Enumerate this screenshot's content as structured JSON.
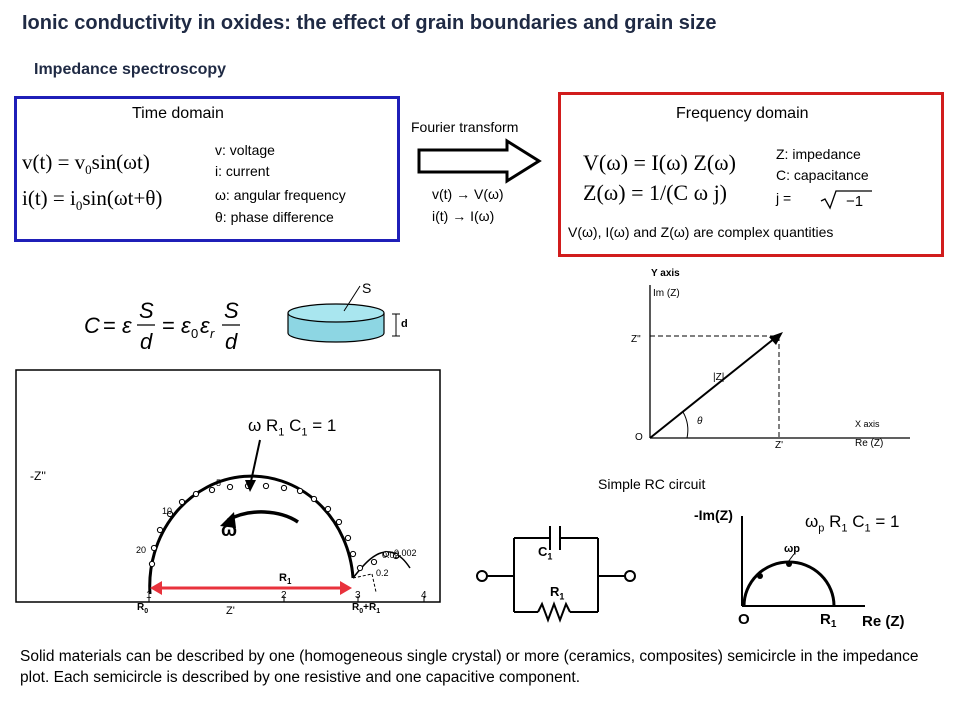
{
  "title": "Ionic conductivity in oxides: the effect of grain boundaries and grain size",
  "subtitle": "Impedance spectroscopy",
  "time_domain": {
    "heading": "Time domain",
    "eq1": "v(t) = v0sin(ωt)",
    "eq2": "i(t) = i0sin(ωt+θ)",
    "legend": [
      "v: voltage",
      "i: current",
      "ω: angular frequency",
      "θ: phase difference"
    ]
  },
  "transform": {
    "label": "Fourier transform",
    "line1": "v(t)  V(ω)",
    "line2": "i(t)  I(ω)"
  },
  "frequency_domain": {
    "heading": "Frequency domain",
    "eq1": "V(ω) = I(ω) Z(ω)",
    "eq2": "Z(ω) = 1/(C ω j)",
    "legend": [
      "Z: impedance",
      "C: capacitance",
      "j ="
    ],
    "note": "V(ω), I(ω) and Z(ω) are complex quantities"
  },
  "capacitor": {
    "formula": "C = ε S/d = ε0εr S/d",
    "s_label": "S",
    "d_label": "d"
  },
  "nyquist_plot": {
    "y_label": "-Z''",
    "x_label": "Z'",
    "x_ticks": [
      "1",
      "2",
      "3",
      "4"
    ],
    "annotation": "ω R1 C1 = 1",
    "omega_label": "ω",
    "r1_label": "R1",
    "r0_label": "R0",
    "r0r1_label": "R0+R1",
    "point_labels": [
      "5",
      "10",
      "20",
      "0.2",
      "0.02",
      "0.002"
    ]
  },
  "vector_plot": {
    "y_axis_title": "Y axis",
    "y_label": "Im (Z)",
    "x_axis_title": "X axis",
    "x_label": "Re (Z)",
    "z_double_prime": "Z\"",
    "z_prime": "Z'",
    "magnitude": "|Z|",
    "angle": "θ",
    "origin": "O"
  },
  "rc_circuit": {
    "label": "Simple RC circuit",
    "c_label": "C1",
    "r_label": "R1"
  },
  "rc_plot": {
    "annotation": "ωp R1 C1 = 1",
    "y_label": "-Im(Z)",
    "x_label": "Re (Z)",
    "origin": "O",
    "r1": "R1",
    "peak": "ωp"
  },
  "footer": "Solid materials can be described by one (homogeneous single crystal) or more (ceramics, composites) semicircle in the impedance plot. Each semicircle is described by one resistive and one capacitive component.",
  "colors": {
    "title": "#1f2a44",
    "blue_box": "#1f1fb8",
    "red_box": "#d11c1c",
    "arrow_red": "#e8323c"
  }
}
